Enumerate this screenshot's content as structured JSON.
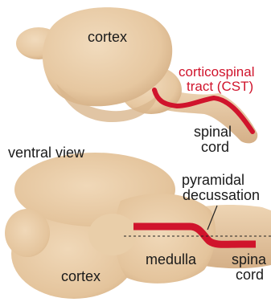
{
  "labels": {
    "cortex_top": "cortex",
    "cst_line1": "corticospinal",
    "cst_line2": "tract (CST)",
    "spinal_cord_top_line1": "spinal",
    "spinal_cord_top_line2": "cord",
    "view": "ventral view",
    "pyramidal_line1": "pyramidal",
    "pyramidal_line2": "decussation",
    "cortex_bottom": "cortex",
    "medulla": "medulla",
    "spinal_cord_bottom_line1": "spina",
    "spinal_cord_bottom_line2": "cord"
  },
  "colors": {
    "tissue": "#e8cba6",
    "tissue_shade": "#d3ad84",
    "tract": "#d0142c",
    "label_text": "#1a1a1a",
    "tract_label_text": "#d0142c"
  }
}
